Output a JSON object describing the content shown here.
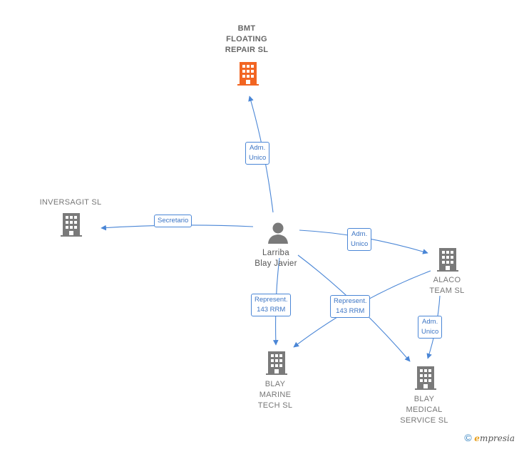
{
  "nodes": {
    "bmt": {
      "lines": [
        "BMT",
        "FLOATING",
        "REPAIR  SL"
      ]
    },
    "inversagit": {
      "lines": [
        "INVERSAGIT SL"
      ]
    },
    "person": {
      "lines": [
        "Larriba",
        "Blay Javier"
      ]
    },
    "alaco": {
      "lines": [
        "ALACO",
        "TEAM  SL"
      ]
    },
    "marine": {
      "lines": [
        "BLAY",
        "MARINE",
        "TECH  SL"
      ]
    },
    "medical": {
      "lines": [
        "BLAY",
        "MEDICAL",
        "SERVICE  SL"
      ]
    }
  },
  "edges": {
    "bmt_adm": {
      "lines": [
        "Adm.",
        "Unico"
      ]
    },
    "inversagit_sec": {
      "lines": [
        "Secretario"
      ]
    },
    "alaco_adm": {
      "lines": [
        "Adm.",
        "Unico"
      ]
    },
    "marine_rep": {
      "lines": [
        "Represent.",
        "143 RRM"
      ]
    },
    "medical_rep": {
      "lines": [
        "Represent.",
        "143 RRM"
      ]
    },
    "alaco_medical_adm": {
      "lines": [
        "Adm.",
        "Unico"
      ]
    }
  },
  "colors": {
    "focus_company": "#f26522",
    "company": "#7a7a7a",
    "person": "#7a7a7a",
    "edge": "#4a86d6"
  },
  "footer": {
    "copyright_symbol": "©",
    "brand_initial": "e",
    "brand_rest": "mpresia"
  }
}
